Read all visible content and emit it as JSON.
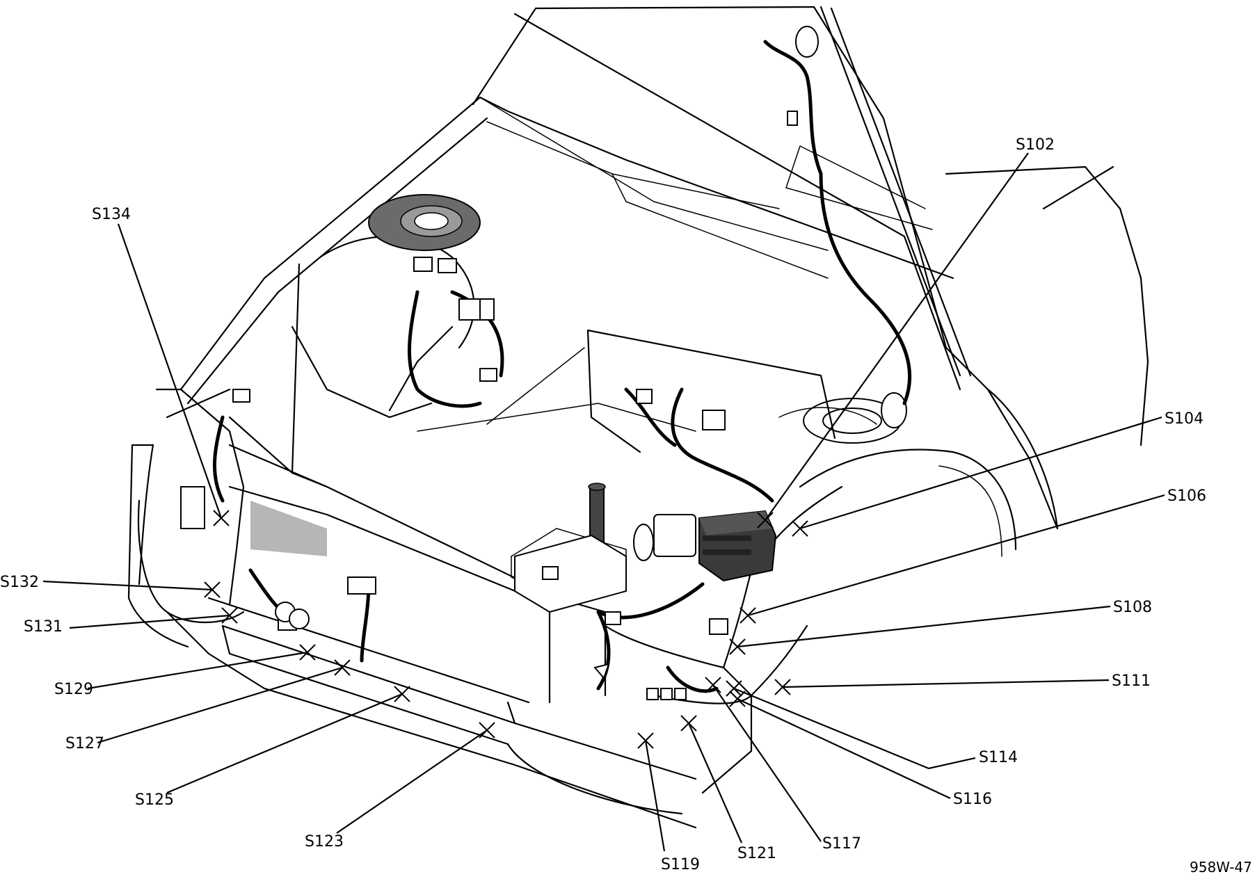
{
  "figure_code": "958W-47",
  "splices": [
    {
      "id": "S102",
      "label": "S102"
    },
    {
      "id": "S104",
      "label": "S104"
    },
    {
      "id": "S106",
      "label": "S106"
    },
    {
      "id": "S108",
      "label": "S108"
    },
    {
      "id": "S111",
      "label": "S111"
    },
    {
      "id": "S114",
      "label": "S114"
    },
    {
      "id": "S116",
      "label": "S116"
    },
    {
      "id": "S117",
      "label": "S117"
    },
    {
      "id": "S119",
      "label": "S119"
    },
    {
      "id": "S121",
      "label": "S121"
    },
    {
      "id": "S123",
      "label": "S123"
    },
    {
      "id": "S125",
      "label": "S125"
    },
    {
      "id": "S127",
      "label": "S127"
    },
    {
      "id": "S129",
      "label": "S129"
    },
    {
      "id": "S131",
      "label": "S131"
    },
    {
      "id": "S132",
      "label": "S132"
    },
    {
      "id": "S134",
      "label": "S134"
    }
  ]
}
